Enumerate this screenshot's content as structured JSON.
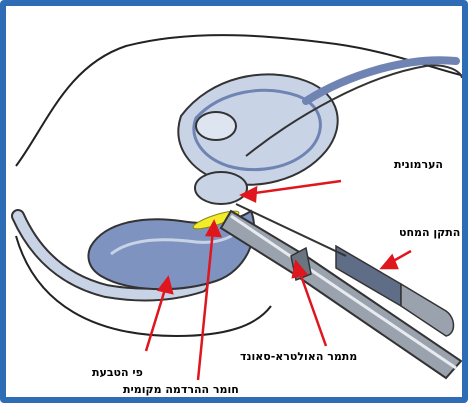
{
  "labels": {
    "prostate": "הערמונית",
    "needle_device": "התקן המחט",
    "rectum": "פי הטבעת",
    "ultrasound_probe": "מתמר האולטרא-סאונד",
    "local_anesthetic": "חומר ההרדמה מקומית"
  },
  "colors": {
    "frame": "#2e6db6",
    "arrow": "#e0161e",
    "tissue": "#c9d3e6",
    "tissue_dark": "#6f84b3",
    "anesthetic": "#f2ec2a",
    "probe": "#9aa3ad"
  }
}
